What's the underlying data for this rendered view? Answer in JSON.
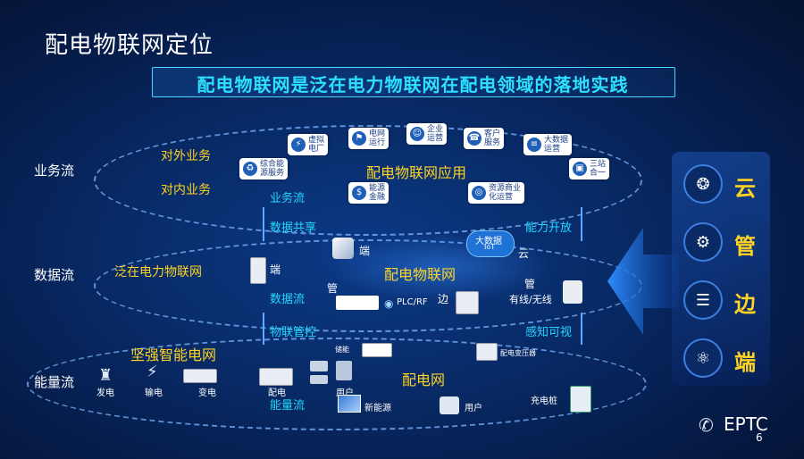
{
  "title": "配电物联网定位",
  "banner": "配电物联网是泛在电力物联网在配电领域的落地实践",
  "row_labels": {
    "business": "业务流",
    "data": "数据流",
    "energy": "能量流"
  },
  "business": {
    "external": "对外业务",
    "internal": "对内业务",
    "center": "配电物联网应用",
    "flow": "业务流",
    "tiles": [
      {
        "icon": "virtual-plant-icon",
        "glyph": "⚡",
        "l1": "虚拟",
        "l2": "电厂"
      },
      {
        "icon": "grid-operation-icon",
        "glyph": "⚑",
        "l1": "电网",
        "l2": "运行"
      },
      {
        "icon": "enterprise-icon",
        "glyph": "☺",
        "l1": "企业",
        "l2": "运营"
      },
      {
        "icon": "customer-service-icon",
        "glyph": "☎",
        "l1": "客户",
        "l2": "服务"
      },
      {
        "icon": "big-data-icon",
        "glyph": "≡",
        "l1": "大数据",
        "l2": "运营"
      },
      {
        "icon": "integrated-energy-icon",
        "glyph": "♻",
        "l1": "综合能",
        "l2": "源服务"
      },
      {
        "icon": "three-station-icon",
        "glyph": "▣",
        "l1": "三站",
        "l2": "合一"
      },
      {
        "icon": "energy-finance-icon",
        "glyph": "$",
        "l1": "能源",
        "l2": "金融"
      },
      {
        "icon": "resource-business-icon",
        "glyph": "◎",
        "l1": "资源商业",
        "l2": "化运营"
      }
    ]
  },
  "middle1": {
    "left": "数据共享",
    "right": "能力开放"
  },
  "data": {
    "ubiquitous": "泛在电力物联网",
    "center": "配电物联网",
    "flow": "数据流",
    "end1": "端",
    "end2": "端",
    "cloud_big": "大数据",
    "cloud_iot": "IoT",
    "cloud": "云",
    "pipe1": "管",
    "pipe2": "管",
    "plc": "PLC/RF",
    "edge": "边",
    "wireless": "有线/无线"
  },
  "middle2": {
    "left": "物联管控",
    "right": "感知可视"
  },
  "energy": {
    "grid": "坚强智能电网",
    "center": "配电网",
    "flow": "能量流",
    "gen": "发电",
    "trans": "输电",
    "sub": "变电",
    "dist": "配电",
    "user1": "用户",
    "storage": "储能",
    "transformer": "配电变压器",
    "newenergy": "新能源",
    "user2": "用户",
    "charger": "充电桩"
  },
  "side": [
    {
      "icon": "cloud-icon",
      "glyph": "❂",
      "label": "云"
    },
    {
      "icon": "pipe-icon",
      "glyph": "⚙",
      "label": "管"
    },
    {
      "icon": "edge-icon",
      "glyph": "☰",
      "label": "边"
    },
    {
      "icon": "terminal-icon",
      "glyph": "⚛",
      "label": "端"
    }
  ],
  "brand": "EPTC",
  "page_number": "6",
  "colors": {
    "accent_cyan": "#22d8ff",
    "accent_yellow": "#ffd322",
    "background": "#082a66"
  }
}
